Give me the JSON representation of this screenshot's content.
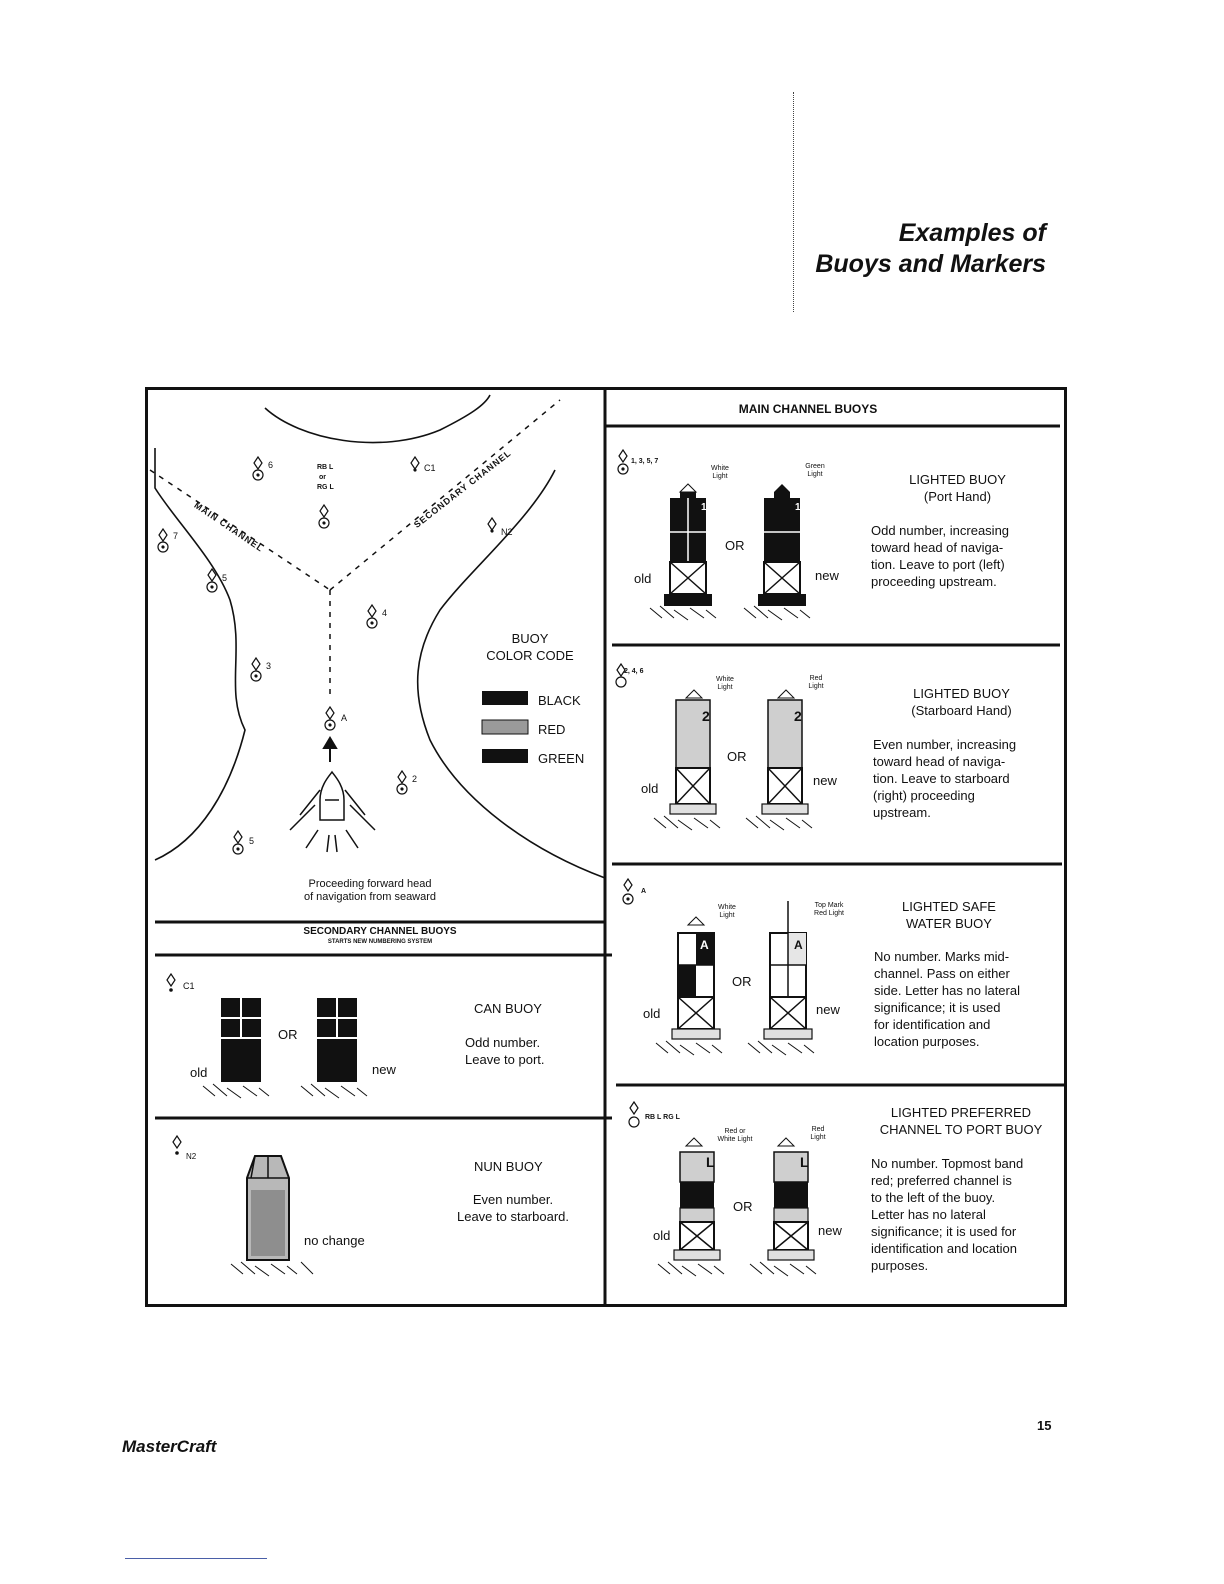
{
  "header": {
    "title_line1": "Examples of",
    "title_line2": "Buoys and Markers"
  },
  "map": {
    "main_channel_label": "MAIN CHANNEL",
    "secondary_channel_label": "SECONDARY CHANNEL",
    "caption_line1": "Proceeding forward head",
    "caption_line2": "of navigation from seaward",
    "buoy_labels": {
      "b6": "6",
      "b7": "7",
      "b5a": "5",
      "b3": "3",
      "b4": "4",
      "bA": "A",
      "b2": "2",
      "b5b": "5",
      "c1": "C1",
      "n2": "N2",
      "rbl_1": "RB L",
      "rbl_2": "or",
      "rbl_3": "RG L"
    },
    "legend_title_line1": "BUOY",
    "legend_title_line2": "COLOR CODE",
    "legend": [
      {
        "label": "BLACK",
        "color": "#111111"
      },
      {
        "label": "RED",
        "color": "#9a9a9a"
      },
      {
        "label": "GREEN",
        "color": "#111111"
      }
    ]
  },
  "secondary": {
    "header": "SECONDARY CHANNEL BUOYS",
    "subheader": "STARTS NEW NUMBERING SYSTEM",
    "can": {
      "symbol_label": "C1",
      "old": "old",
      "or": "OR",
      "new": "new",
      "title": "CAN BUOY",
      "desc_line1": "Odd number.",
      "desc_line2": "Leave to port."
    },
    "nun": {
      "symbol_label": "N2",
      "no_change": "no change",
      "title": "NUN BUOY",
      "desc_line1": "Even number.",
      "desc_line2": "Leave to starboard."
    }
  },
  "main": {
    "header": "MAIN CHANNEL BUOYS",
    "panels": [
      {
        "symbol_label": "1, 3, 5, 7",
        "light1_line1": "White",
        "light1_line2": "Light",
        "light2_line1": "Green",
        "light2_line2": "Light",
        "letter": "1",
        "old": "old",
        "or": "OR",
        "new": "new",
        "title_line1": "LIGHTED BUOY",
        "title_line2": "(Port Hand)",
        "desc": [
          "Odd number, increasing",
          "toward head of naviga-",
          "tion. Leave to port (left)",
          "proceeding upstream."
        ]
      },
      {
        "symbol_label": "2, 4, 6",
        "light1_line1": "White",
        "light1_line2": "Light",
        "light2_line1": "Red",
        "light2_line2": "Light",
        "letter": "2",
        "old": "old",
        "or": "OR",
        "new": "new",
        "title_line1": "LIGHTED BUOY",
        "title_line2": "(Starboard Hand)",
        "desc": [
          "Even number, increasing",
          "toward head of naviga-",
          "tion. Leave to starboard",
          "(right) proceeding",
          "upstream."
        ]
      },
      {
        "symbol_label": "A",
        "light1_line1": "White",
        "light1_line2": "Light",
        "light2_line1": "Top Mark",
        "light2_line2": "Red Light",
        "letter": "A",
        "old": "old",
        "or": "OR",
        "new": "new",
        "title_line1": "LIGHTED SAFE",
        "title_line2": "WATER BUOY",
        "desc": [
          "No number. Marks mid-",
          "channel. Pass on either",
          "side. Letter has no lateral",
          "significance; it is used",
          "for identification and",
          "location purposes."
        ]
      },
      {
        "symbol_label": "RB L   RG L",
        "light1_line1": "Red or",
        "light1_line2": "White Light",
        "light2_line1": "Red",
        "light2_line2": "Light",
        "letter": "L",
        "old": "old",
        "or": "OR",
        "new": "new",
        "title_line1": "LIGHTED PREFERRED",
        "title_line2": "CHANNEL TO PORT BUOY",
        "desc": [
          "No number. Topmost band",
          "red; preferred channel is",
          "to the left of the buoy.",
          "Letter has no lateral",
          "significance; it is used for",
          "identification and location",
          "purposes."
        ]
      }
    ]
  },
  "footer": {
    "brand": "MasterCraft",
    "page_number": "15"
  }
}
